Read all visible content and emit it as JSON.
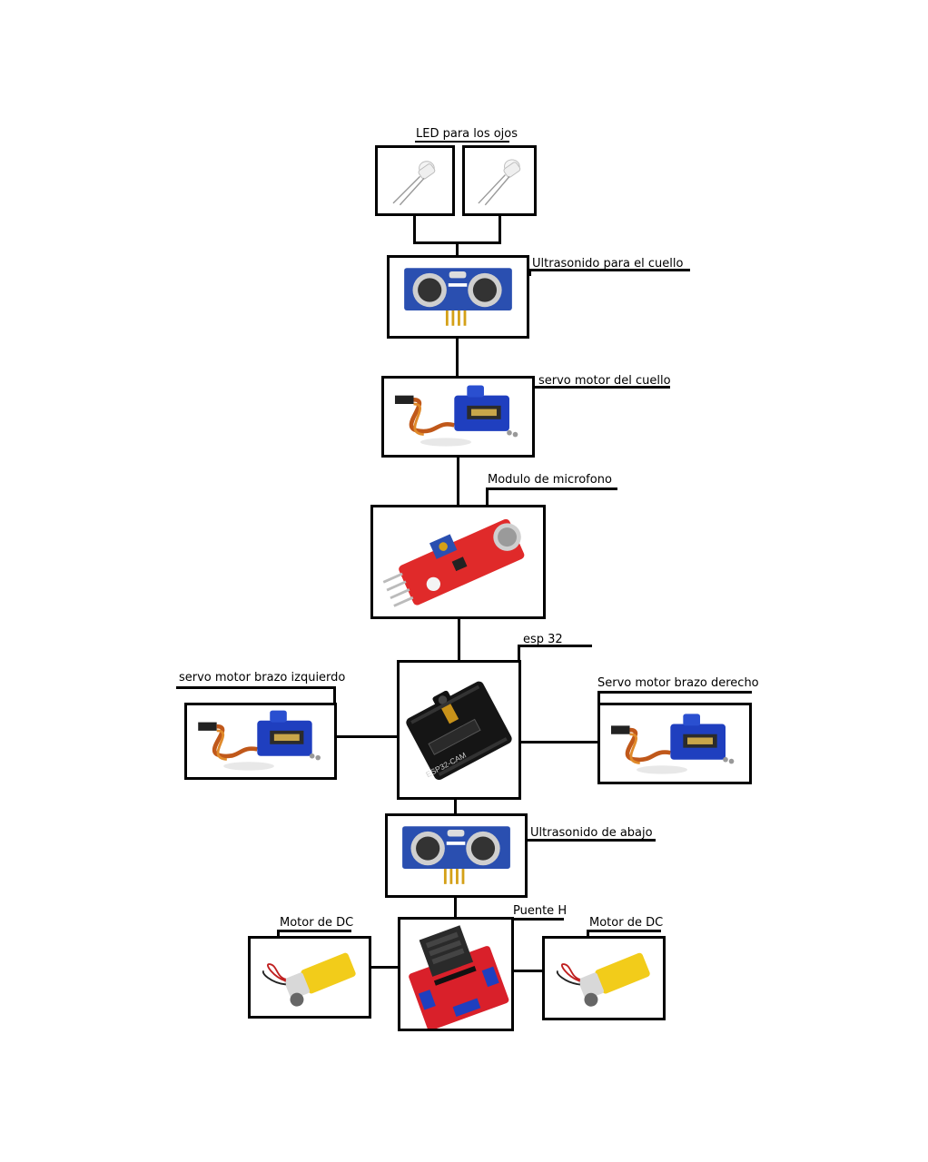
{
  "labels": {
    "led": "LED para los ojos",
    "ultra_top": "Ultrasonido para el cuello",
    "servo_neck": "servo motor del cuello",
    "mic": "Modulo de microfono",
    "esp": "esp 32",
    "servo_left": "servo motor brazo izquierdo",
    "servo_right": "Servo motor brazo derecho",
    "ultra_bottom": "Ultrasonido de abajo",
    "hbridge": "Puente H",
    "motor_left": "Motor de DC",
    "motor_right": "Motor de DC"
  },
  "chip_text": {
    "esp_board": "ESP32-CAM"
  },
  "colors": {
    "line": "#000000",
    "servo_blue": "#1f3fbf",
    "sensor_blue": "#2a4fb0",
    "mic_red": "#e02a2a",
    "hbridge_red": "#d9202a",
    "motor_yellow": "#f2cc1a"
  }
}
